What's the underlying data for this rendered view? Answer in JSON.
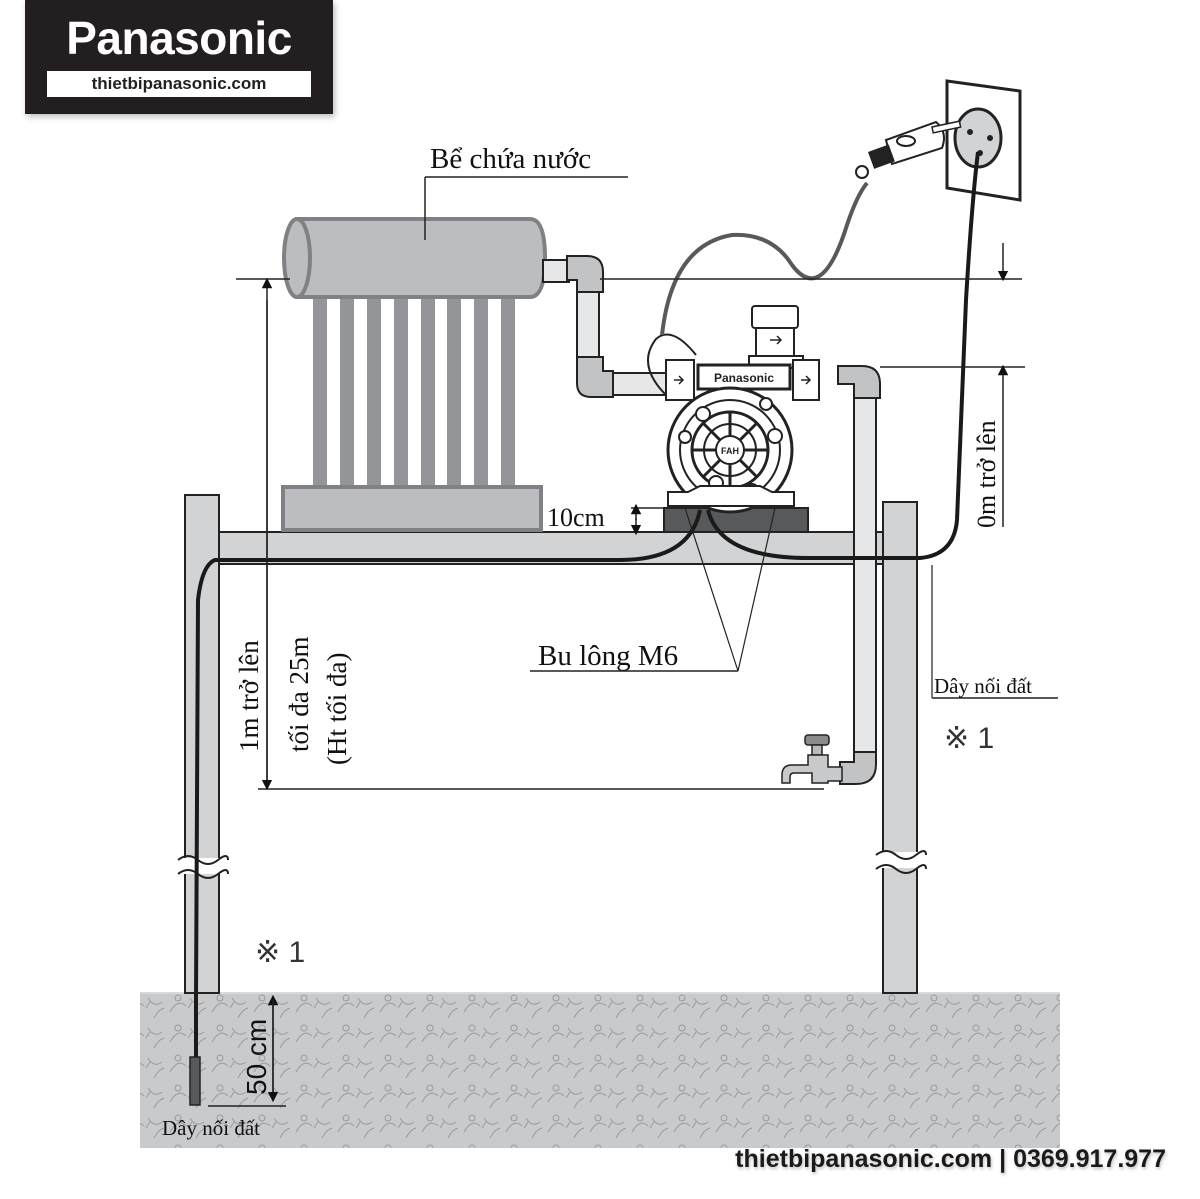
{
  "brand": {
    "name": "Panasonic",
    "website": "thietbipanasonic.com"
  },
  "labels": {
    "tank": "Bể chứa nước",
    "pump_brand": "Panasonic",
    "pump_model": "FAH",
    "base_height": "10cm",
    "bolts": "Bu lông M6",
    "outlet_clearance": "0m trở lên",
    "head_line1": "1m trở lên",
    "head_line2": "tối đa 25m",
    "head_line3": "(Ht tối đa)",
    "ground_wire_right": "Dây nối đất",
    "ground_wire_left": "Dây nối đất",
    "note_right": "※ 1",
    "note_left": "※ 1",
    "ground_depth": "50 cm"
  },
  "footer": {
    "website": "thietbipanasonic.com",
    "separator": "|",
    "phone": "0369.917.977",
    "text": "thietbipanasonic.com | 0369.917.977"
  },
  "colors": {
    "ink": "#1a1a1a",
    "tank_fill": "#bcbdc0",
    "tank_stroke": "#808184",
    "rack_fill": "#939598",
    "pipe_fill": "#e6e7e8",
    "leg_fill": "#d1d3d4",
    "base_fill": "#58595b",
    "ground_fill": "#c9cacc",
    "logo_bg": "#231f20"
  }
}
